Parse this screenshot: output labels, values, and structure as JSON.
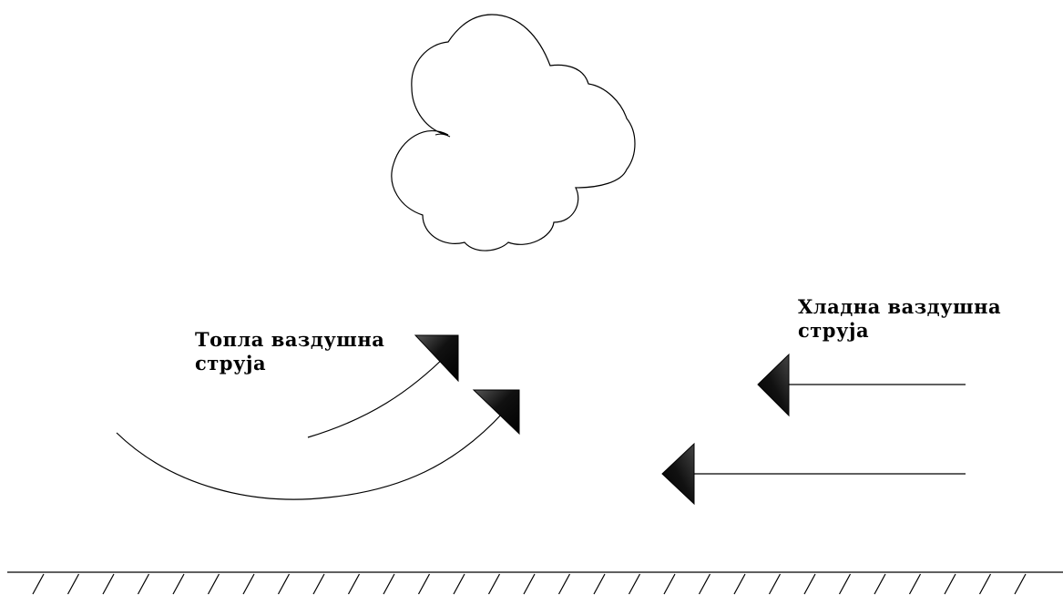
{
  "diagram": {
    "warm_current": {
      "line1": "Топла ваздушна",
      "line2": "струја"
    },
    "cold_current": {
      "line1": "Хладна ваздушна",
      "line2": "струја"
    }
  },
  "colors": {
    "stroke": "#000000",
    "background": "#ffffff"
  },
  "icons": [
    "cloud-icon",
    "arrowhead-icon",
    "ground-hatch"
  ]
}
